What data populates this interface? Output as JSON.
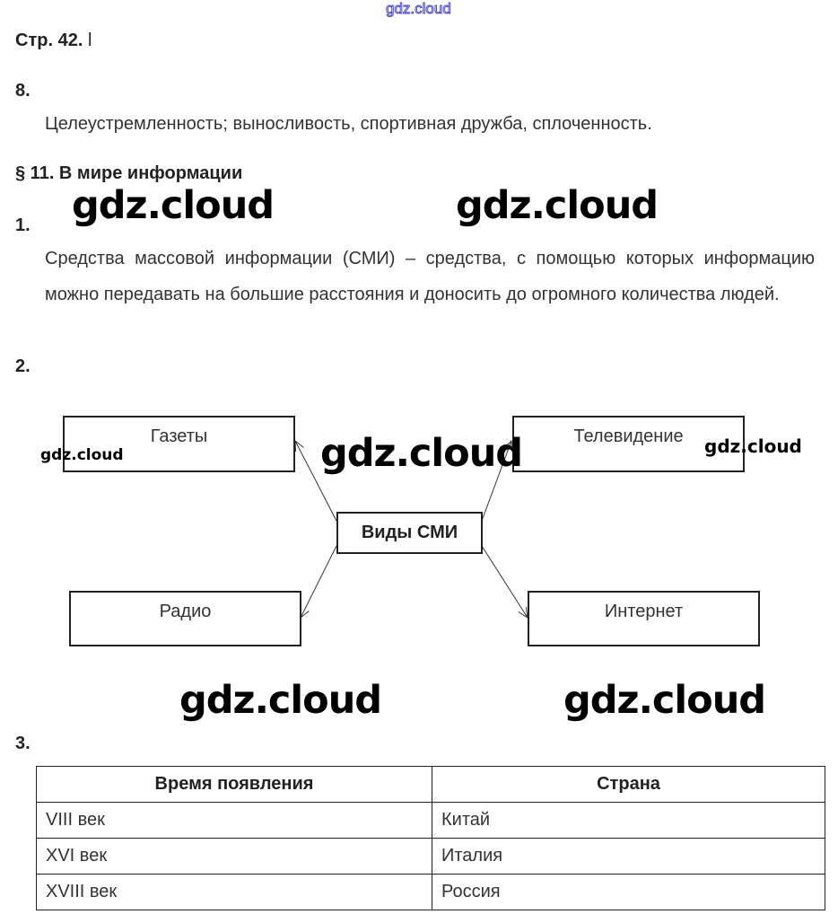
{
  "watermark": "gdz.cloud",
  "page_label": "Стр. 42.",
  "cursor_mark": "l",
  "q8": {
    "number": "8.",
    "answer": "Целеустремленность; выносливость, спортивная дружба, сплоченность."
  },
  "section_title": "§ 11. В мире информации",
  "q1": {
    "number": "1.",
    "answer": "Средства массовой информации (СМИ) – средства, с помощью которых информацию можно передавать на большие расстояния и доносить до огромного количества людей."
  },
  "q2": {
    "number": "2.",
    "center": "Виды СМИ",
    "items": [
      "Газеты",
      "Телевидение",
      "Радио",
      "Интернет"
    ]
  },
  "q3": {
    "number": "3.",
    "headers": [
      "Время появления",
      "Страна"
    ],
    "rows": [
      [
        "VIII век",
        "Китай"
      ],
      [
        "XVI век",
        "Италия"
      ],
      [
        "XVIII век",
        "Россия"
      ]
    ]
  }
}
